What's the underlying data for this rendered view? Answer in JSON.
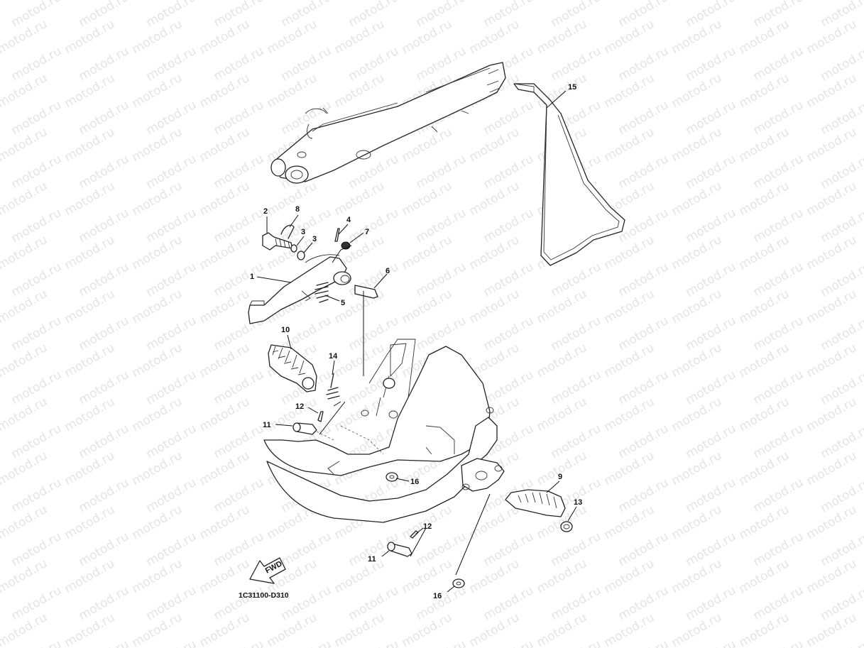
{
  "watermark": {
    "text": "motod.ru"
  },
  "diagram_code": "1C31100-D310",
  "fwd_label": "FWD",
  "part_numbers": {
    "p1": "1",
    "p2": "2",
    "p3a": "3",
    "p3b": "3",
    "p4": "4",
    "p5": "5",
    "p6": "6",
    "p7": "7",
    "p8": "8",
    "p9": "9",
    "p10": "10",
    "p11a": "11",
    "p11b": "11",
    "p12a": "12",
    "p12b": "12",
    "p13": "13",
    "p14": "14",
    "p15": "15",
    "p16a": "16",
    "p16b": "16"
  }
}
